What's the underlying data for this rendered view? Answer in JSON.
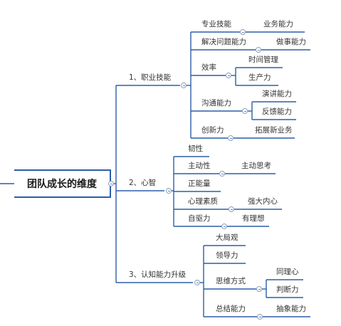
{
  "root": {
    "label": "团队成长的维度"
  },
  "branches": [
    {
      "label": "1、职业技能",
      "children": [
        {
          "label": "专业技能",
          "children": [
            {
              "label": "业务能力"
            }
          ]
        },
        {
          "label": "解决问题能力",
          "children": [
            {
              "label": "做事能力"
            }
          ]
        },
        {
          "label": "效率",
          "children": [
            {
              "label": "时间管理"
            },
            {
              "label": "生产力"
            }
          ]
        },
        {
          "label": "沟通能力",
          "children": [
            {
              "label": "演讲能力"
            },
            {
              "label": "反馈能力"
            }
          ]
        },
        {
          "label": "创新力",
          "children": [
            {
              "label": "拓展新业务"
            }
          ]
        }
      ]
    },
    {
      "label": "2、心智",
      "children": [
        {
          "label": "韧性"
        },
        {
          "label": "主动性",
          "children": [
            {
              "label": "主动思考"
            }
          ]
        },
        {
          "label": "正能量"
        },
        {
          "label": "心理素质",
          "children": [
            {
              "label": "强大内心"
            }
          ]
        },
        {
          "label": "自驱力",
          "children": [
            {
              "label": "有理想"
            }
          ]
        }
      ]
    },
    {
      "label": "3、认知能力升级",
      "children": [
        {
          "label": "大局观"
        },
        {
          "label": "领导力"
        },
        {
          "label": "思维方式",
          "children": [
            {
              "label": "同理心"
            },
            {
              "label": "判断力"
            }
          ]
        },
        {
          "label": "总结能力",
          "children": [
            {
              "label": "抽象能力"
            }
          ]
        }
      ]
    }
  ],
  "colors": {
    "line": "#2b5ea8",
    "text": "#333333",
    "collapse": "#8aa0bd"
  }
}
